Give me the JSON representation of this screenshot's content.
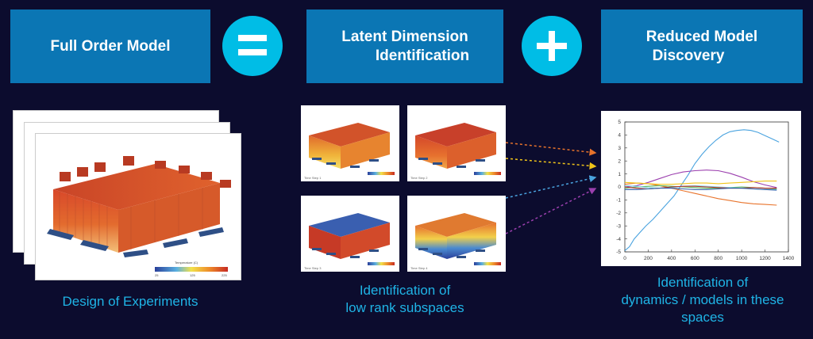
{
  "boxes": {
    "full_order": "Full Order Model",
    "latent_line1": "Latent Dimension",
    "latent_line2": "Identification",
    "reduced_line1": "Reduced Model",
    "reduced_line2": "Discovery"
  },
  "operators": {
    "equals": "=",
    "plus": "+"
  },
  "captions": {
    "doe": "Design of Experiments",
    "lowrank_line1": "Identification of",
    "lowrank_line2": "low rank subspaces",
    "dyn_line1": "Identification of",
    "dyn_line2": "dynamics / models in these",
    "dyn_line3": "spaces"
  },
  "thumbnails": [
    {
      "label": "Time Step 1"
    },
    {
      "label": "Time Step 2"
    },
    {
      "label": "Time Step 3"
    },
    {
      "label": "Time Step 4"
    }
  ],
  "colorbar": {
    "title": "Temperature (C)",
    "min": "25",
    "mid": "125",
    "max": "225"
  },
  "colors": {
    "box": "#0b76b4",
    "circle": "#00bde6",
    "caption": "#1fb4e6",
    "background": "#0c0c2e"
  },
  "chart_data": {
    "type": "line",
    "xlim": [
      0,
      1400
    ],
    "ylim": [
      -5,
      5
    ],
    "xticks": [
      0,
      200,
      400,
      600,
      800,
      1000,
      1200,
      1400
    ],
    "yticks": [
      -5,
      -4,
      -3,
      -2,
      -1,
      0,
      1,
      2,
      3,
      4,
      5
    ],
    "series": [
      {
        "color": "#4aa3df",
        "x": [
          0,
          40,
          80,
          130,
          180,
          240,
          300,
          360,
          420,
          480,
          540,
          600,
          660,
          720,
          780,
          840,
          900,
          960,
          1020,
          1080,
          1140,
          1200,
          1260,
          1320
        ],
        "y": [
          -4.9,
          -4.6,
          -4.0,
          -3.5,
          -3.0,
          -2.5,
          -1.9,
          -1.3,
          -0.7,
          0.1,
          0.9,
          1.8,
          2.5,
          3.1,
          3.6,
          4.0,
          4.25,
          4.35,
          4.4,
          4.35,
          4.2,
          3.95,
          3.7,
          3.45
        ]
      },
      {
        "color": "#9b3fae",
        "x": [
          0,
          100,
          200,
          300,
          400,
          500,
          600,
          700,
          800,
          900,
          1000,
          1100,
          1200,
          1300
        ],
        "y": [
          0.0,
          0.1,
          0.35,
          0.65,
          0.95,
          1.15,
          1.25,
          1.3,
          1.25,
          1.05,
          0.75,
          0.4,
          0.15,
          -0.05
        ]
      },
      {
        "color": "#e8732b",
        "x": [
          0,
          100,
          200,
          300,
          400,
          500,
          600,
          700,
          800,
          900,
          1000,
          1100,
          1200,
          1300
        ],
        "y": [
          0.2,
          0.3,
          0.25,
          0.1,
          -0.1,
          -0.3,
          -0.5,
          -0.7,
          -0.9,
          -1.05,
          -1.2,
          -1.3,
          -1.35,
          -1.4
        ]
      },
      {
        "color": "#f0c419",
        "x": [
          0,
          100,
          200,
          300,
          400,
          500,
          600,
          700,
          800,
          900,
          1000,
          1100,
          1200,
          1300
        ],
        "y": [
          0.35,
          0.3,
          0.25,
          0.2,
          0.2,
          0.25,
          0.3,
          0.3,
          0.25,
          0.3,
          0.35,
          0.4,
          0.45,
          0.45
        ]
      },
      {
        "color": "#5bb55b",
        "x": [
          0,
          100,
          200,
          300,
          400,
          500,
          600,
          700,
          800,
          900,
          1000,
          1100,
          1200,
          1300
        ],
        "y": [
          -0.1,
          0.0,
          0.05,
          0.1,
          0.05,
          0.0,
          -0.05,
          -0.1,
          -0.1,
          -0.05,
          0.0,
          -0.05,
          -0.1,
          -0.15
        ]
      },
      {
        "color": "#7fd6e6",
        "x": [
          0,
          100,
          200,
          300,
          400,
          500,
          600,
          700,
          800,
          900,
          1000,
          1100,
          1200,
          1300
        ],
        "y": [
          0.1,
          0.05,
          -0.05,
          -0.1,
          -0.05,
          0.05,
          0.1,
          0.05,
          0.0,
          -0.05,
          -0.1,
          -0.15,
          -0.2,
          -0.2
        ]
      },
      {
        "color": "#b5342f",
        "x": [
          0,
          100,
          200,
          300,
          400,
          500,
          600,
          700,
          800,
          900,
          1000,
          1100,
          1200,
          1300
        ],
        "y": [
          0.0,
          -0.1,
          -0.15,
          -0.1,
          0.0,
          0.05,
          0.05,
          0.0,
          -0.05,
          -0.1,
          -0.1,
          -0.05,
          -0.1,
          -0.1
        ]
      },
      {
        "color": "#2f5ea8",
        "x": [
          0,
          100,
          200,
          300,
          400,
          500,
          600,
          700,
          800,
          900,
          1000,
          1100,
          1200,
          1300
        ],
        "y": [
          -0.2,
          -0.2,
          -0.15,
          -0.1,
          -0.1,
          -0.15,
          -0.2,
          -0.2,
          -0.15,
          -0.1,
          -0.1,
          -0.15,
          -0.2,
          -0.25
        ]
      }
    ]
  }
}
